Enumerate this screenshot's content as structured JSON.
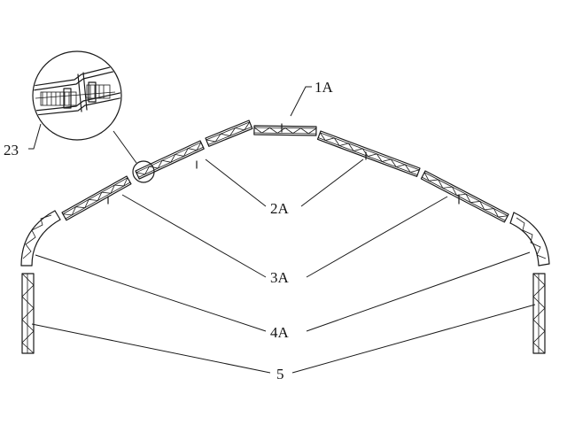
{
  "labels": {
    "ridge_segment": "1A",
    "chord_connector": "2A",
    "main_truss": "3A",
    "corner_arc": "4A",
    "column": "5",
    "detail_view": "23"
  },
  "colors": {
    "ink": "#1a1a1a",
    "background": "#ffffff"
  }
}
